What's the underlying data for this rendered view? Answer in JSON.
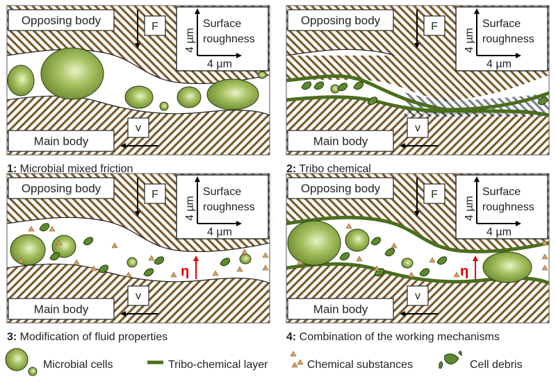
{
  "figure": {
    "panels": [
      {
        "number": "1:",
        "caption": "Microbial mixed friction",
        "layer": false,
        "eta": false,
        "debris": false,
        "chemicals": false
      },
      {
        "number": "2:",
        "caption": "Tribo chemical",
        "layer": true,
        "eta": false,
        "debris": true,
        "chemicals": false
      },
      {
        "number": "3:",
        "caption": "Modification of fluid properties",
        "layer": false,
        "eta": true,
        "debris": true,
        "chemicals": true
      },
      {
        "number": "4:",
        "caption": "Combination of the working mechanisms",
        "layer": true,
        "eta": true,
        "debris": true,
        "chemicals": true
      }
    ],
    "labels": {
      "opposing_body": "Opposing body",
      "main_body": "Main body",
      "force": "F",
      "velocity": "v",
      "roughness_line1": "Surface",
      "roughness_line2": "roughness",
      "scale_x": "4 µm",
      "scale_y": "4 µm",
      "viscosity": "η"
    },
    "legend": [
      {
        "icon": "microbial-cells-icon",
        "label": "Microbial cells"
      },
      {
        "icon": "tribo-layer-icon",
        "label": "Tribo-chemical layer"
      },
      {
        "icon": "chemical-substances-icon",
        "label": "Chemical substances"
      },
      {
        "icon": "cell-debris-icon",
        "label": "Cell debris"
      }
    ],
    "colors": {
      "hatch": "#7a5a2a",
      "cell": "#8aa84a",
      "layer": "#4a6e1e",
      "chemical": "#d8a060",
      "eta": "#e00000"
    }
  }
}
